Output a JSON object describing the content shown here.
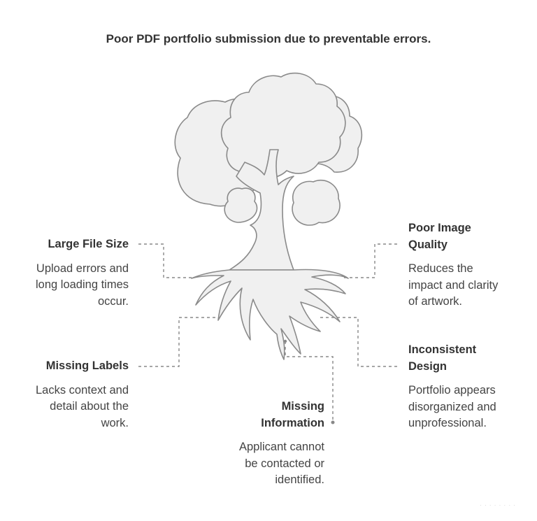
{
  "title": "Poor PDF portfolio submission due to preventable errors.",
  "items": [
    {
      "id": "large-file-size",
      "heading": "Large File Size",
      "description": [
        "Upload errors and",
        "long loading times",
        "occur."
      ]
    },
    {
      "id": "poor-image-quality",
      "heading": [
        "Poor Image",
        "Quality"
      ],
      "description": [
        "Reduces the",
        "impact and clarity",
        "of artwork."
      ]
    },
    {
      "id": "missing-labels",
      "heading": "Missing Labels",
      "description": [
        "Lacks context and",
        "detail about the",
        "work."
      ]
    },
    {
      "id": "inconsistent-design",
      "heading": [
        "Inconsistent",
        "Design"
      ],
      "description": [
        "Portfolio appears",
        "disorganized and",
        "unprofessional."
      ]
    },
    {
      "id": "missing-information",
      "heading": [
        "Missing",
        "Information"
      ],
      "description": [
        "Applicant cannot",
        "be contacted or",
        "identified."
      ]
    }
  ],
  "colors": {
    "tree_fill": "#f0f0f0",
    "tree_stroke": "#8a8a8a",
    "connector": "#888888",
    "text": "#333333"
  },
  "icons": {
    "diagram": "tree-icon"
  }
}
